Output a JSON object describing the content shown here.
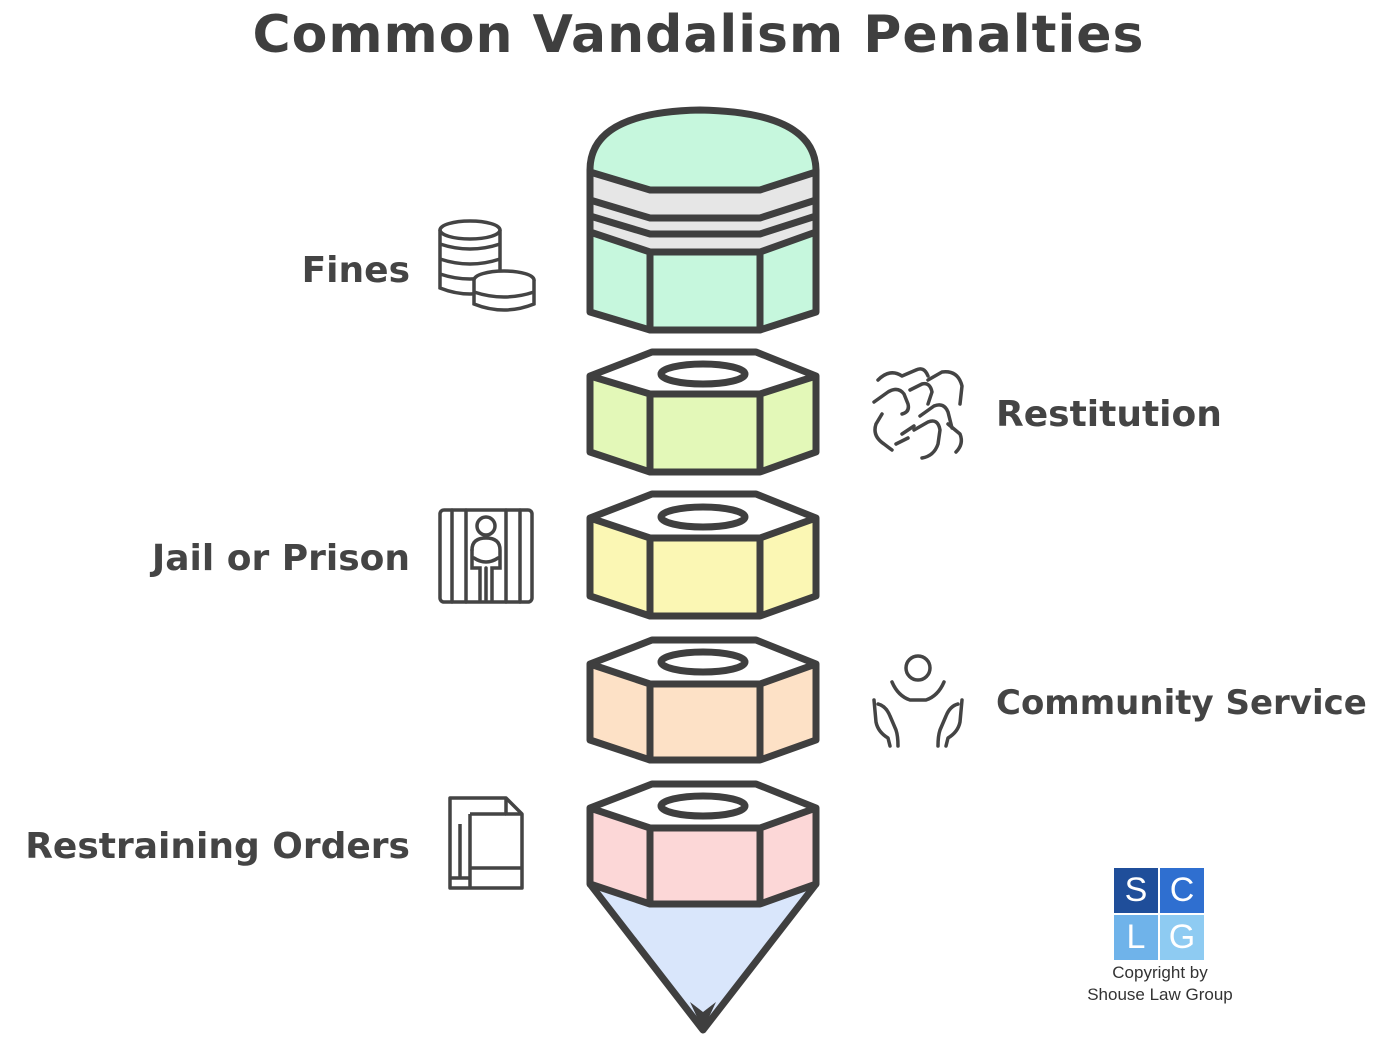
{
  "title": "Common Vandalism Penalties",
  "penalties": [
    {
      "label": "Fines",
      "side": "left",
      "icon": "coins-icon",
      "color": "#c6f7dd"
    },
    {
      "label": "Restitution",
      "side": "right",
      "icon": "handshake-icon",
      "color": "#e3f8b8"
    },
    {
      "label": "Jail or Prison",
      "side": "left",
      "icon": "jail-icon",
      "color": "#fbf7b4"
    },
    {
      "label": "Community Service",
      "side": "right",
      "icon": "community-service-icon",
      "color": "#fde1c6"
    },
    {
      "label": "Restraining Orders",
      "side": "left",
      "icon": "document-icon",
      "color": "#fcd7d7"
    }
  ],
  "tip_color": "#d9e6fb",
  "logo": {
    "letters": [
      "S",
      "C",
      "L",
      "G"
    ],
    "colors": [
      "#1f4e9a",
      "#2f6fd0",
      "#6fb3ea",
      "#8ecbf2"
    ],
    "copyright_line1": "Copyright by",
    "copyright_line2": "Shouse Law Group"
  }
}
